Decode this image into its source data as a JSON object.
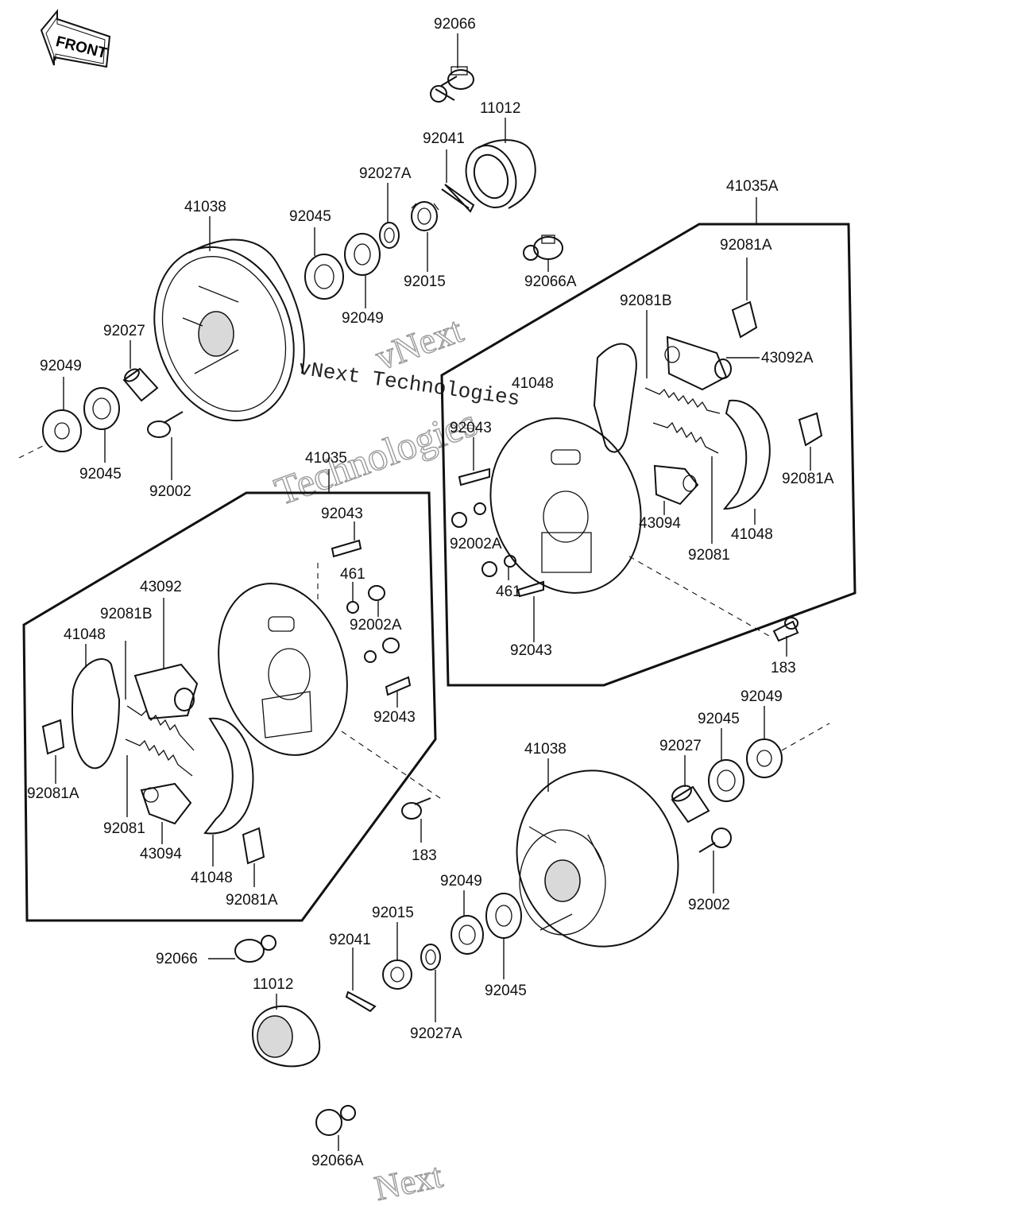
{
  "front_badge": {
    "label": "FRONT"
  },
  "watermark": {
    "brand": "vNext",
    "line1": "vNext Technologies",
    "line2": "Technologies",
    "bottom": "Next"
  },
  "callouts": {
    "top_92066": "92066",
    "top_11012": "11012",
    "top_92041": "92041",
    "top_92027A": "92027A",
    "top_92045": "92045",
    "top_41038": "41038",
    "top_92049_mid": "92049",
    "top_92015": "92015",
    "top_92066A": "92066A",
    "top_92027": "92027",
    "top_92049_left": "92049",
    "top_92045_left": "92045",
    "top_92002": "92002",
    "ra_41035A": "41035A",
    "ra_92081A_top": "92081A",
    "ra_92081B": "92081B",
    "ra_43092A": "43092A",
    "ra_41048_top": "41048",
    "ra_92043_top": "92043",
    "ra_92081A_right": "92081A",
    "ra_43094": "43094",
    "ra_41048_bottom": "41048",
    "ra_92002A": "92002A",
    "ra_461": "461",
    "ra_92081": "92081",
    "ra_92043_bottom": "92043",
    "right_183": "183",
    "la_41035": "41035",
    "la_92043_top": "92043",
    "la_461": "461",
    "la_43092": "43092",
    "la_92002A": "92002A",
    "la_92081B": "92081B",
    "la_41048_top": "41048",
    "la_92043_right": "92043",
    "la_92081A_left": "92081A",
    "la_92081": "92081",
    "la_43094": "43094",
    "la_41048_bottom": "41048",
    "la_92081A_bottom": "92081A",
    "left_183": "183",
    "bot_92049_right": "92049",
    "bot_92045_right": "92045",
    "bot_41038": "41038",
    "bot_92027": "92027",
    "bot_92002": "92002",
    "bot_92049_mid": "92049",
    "bot_92015": "92015",
    "bot_92041": "92041",
    "bot_92045_mid": "92045",
    "bot_92066": "92066",
    "bot_11012": "11012",
    "bot_92027A": "92027A",
    "bot_92066A": "92066A"
  }
}
